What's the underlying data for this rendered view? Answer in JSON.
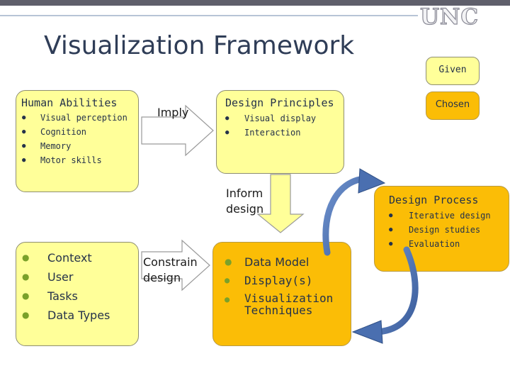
{
  "slide": {
    "title": "Visualization Framework",
    "logo": "UNC"
  },
  "human_abilities": {
    "heading": "Human Abilities",
    "items": [
      "Visual perception",
      "Cognition",
      "Memory",
      "Motor skills"
    ]
  },
  "design_principles": {
    "heading": "Design Principles",
    "items": [
      "Visual display",
      "Interaction"
    ]
  },
  "legend": {
    "given": "Given",
    "chosen": "Chosen"
  },
  "context": {
    "items": [
      "Context",
      "User",
      "Tasks",
      "Data Types"
    ]
  },
  "design_model": {
    "items": [
      "Data Model",
      "Display(s)",
      "Visualization Techniques"
    ]
  },
  "design_process": {
    "heading": "Design Process",
    "items": [
      "Iterative design",
      "Design studies",
      "Evaluation"
    ]
  },
  "arrows": {
    "imply": "Imply",
    "inform": [
      "Inform",
      "design"
    ],
    "constrain": [
      "Constrain",
      "design"
    ]
  },
  "colors": {
    "given_fill": "#ffff99",
    "chosen_fill": "#fbbd06",
    "cycle_arrow": "#4a6fb0",
    "title_text": "#2f3d57"
  }
}
